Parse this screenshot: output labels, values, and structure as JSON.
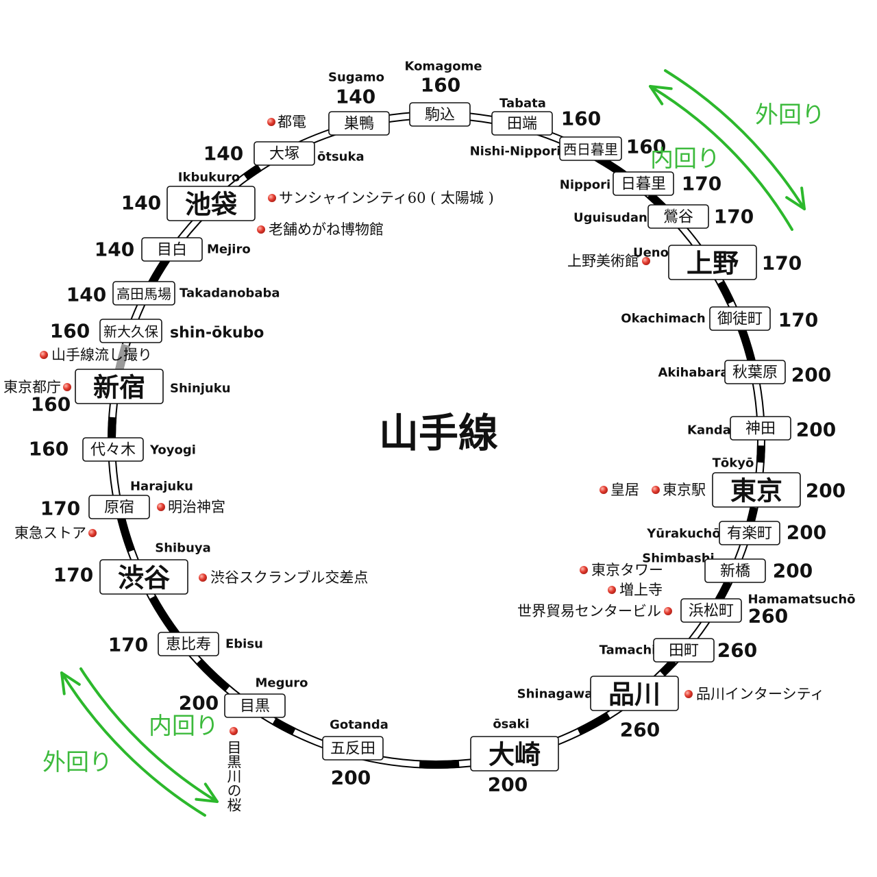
{
  "title": "山手線",
  "directions": {
    "outer": "外回り",
    "inner": "内回り"
  },
  "colors": {
    "arrow": "#2cb82c",
    "direction_text": "#3cba3c",
    "landmark_dot": "#e23a2e",
    "track": "#000000",
    "box_fill": "#ffffff"
  },
  "stations": [
    {
      "kanji": "駒込",
      "romaji": "Komagome",
      "number": 160
    },
    {
      "kanji": "田端",
      "romaji": "Tabata",
      "number": 160
    },
    {
      "kanji": "西日暮里",
      "romaji": "Nishi-Nippori",
      "number": 160
    },
    {
      "kanji": "日暮里",
      "romaji": "Nippori",
      "number": 170
    },
    {
      "kanji": "鶯谷",
      "romaji": "Uguisudani",
      "number": 170
    },
    {
      "kanji": "上野",
      "romaji": "Ueno",
      "number": 170
    },
    {
      "kanji": "御徒町",
      "romaji": "Okachimach",
      "number": 170
    },
    {
      "kanji": "秋葉原",
      "romaji": "Akihabara",
      "number": 200
    },
    {
      "kanji": "神田",
      "romaji": "Kanda",
      "number": 200
    },
    {
      "kanji": "東京",
      "romaji": "Tōkyō",
      "number": 200
    },
    {
      "kanji": "有楽町",
      "romaji": "Yūrakuchō",
      "number": 200
    },
    {
      "kanji": "新橋",
      "romaji": "Shimbashi",
      "number": 200
    },
    {
      "kanji": "浜松町",
      "romaji": "Hamamatsuchō",
      "number": 260
    },
    {
      "kanji": "田町",
      "romaji": "Tamachi",
      "number": 260
    },
    {
      "kanji": "品川",
      "romaji": "Shinagawa",
      "number": 260
    },
    {
      "kanji": "大崎",
      "romaji": "ōsaki",
      "number": 200
    },
    {
      "kanji": "五反田",
      "romaji": "Gotanda",
      "number": 200
    },
    {
      "kanji": "目黒",
      "romaji": "Meguro",
      "number": 200
    },
    {
      "kanji": "恵比寿",
      "romaji": "Ebisu",
      "number": 170
    },
    {
      "kanji": "渋谷",
      "romaji": "Shibuya",
      "number": 170
    },
    {
      "kanji": "原宿",
      "romaji": "Harajuku",
      "number": 170
    },
    {
      "kanji": "代々木",
      "romaji": "Yoyogi",
      "number": 160
    },
    {
      "kanji": "新宿",
      "romaji": "Shinjuku",
      "number": 160
    },
    {
      "kanji": "新大久保",
      "romaji": "shin-ōkubo",
      "number": 160
    },
    {
      "kanji": "高田馬場",
      "romaji": "Takadanobaba",
      "number": 140
    },
    {
      "kanji": "目白",
      "romaji": "Mejiro",
      "number": 140
    },
    {
      "kanji": "池袋",
      "romaji": "Ikbukuro",
      "number": 140
    },
    {
      "kanji": "大塚",
      "romaji": "ōtsuka",
      "number": 140
    },
    {
      "kanji": "巣鴨",
      "romaji": "Sugamo",
      "number": 140
    }
  ],
  "landmarks": [
    {
      "label": "都電"
    },
    {
      "label": "サンシャインシティ60 ( 太陽城 )"
    },
    {
      "label": "老舗めがね博物館"
    },
    {
      "label": "山手線流し撮り"
    },
    {
      "label": "東京都庁"
    },
    {
      "label": "明治神宮"
    },
    {
      "label": "東急ストア"
    },
    {
      "label": "渋谷スクランブル交差点"
    },
    {
      "label": "目黒川の桜"
    },
    {
      "label": "品川インターシティ"
    },
    {
      "label": "世界貿易センタービル"
    },
    {
      "label": "増上寺"
    },
    {
      "label": "東京タワー"
    },
    {
      "label": "皇居"
    },
    {
      "label": "東京駅"
    },
    {
      "label": "上野美術館"
    }
  ]
}
